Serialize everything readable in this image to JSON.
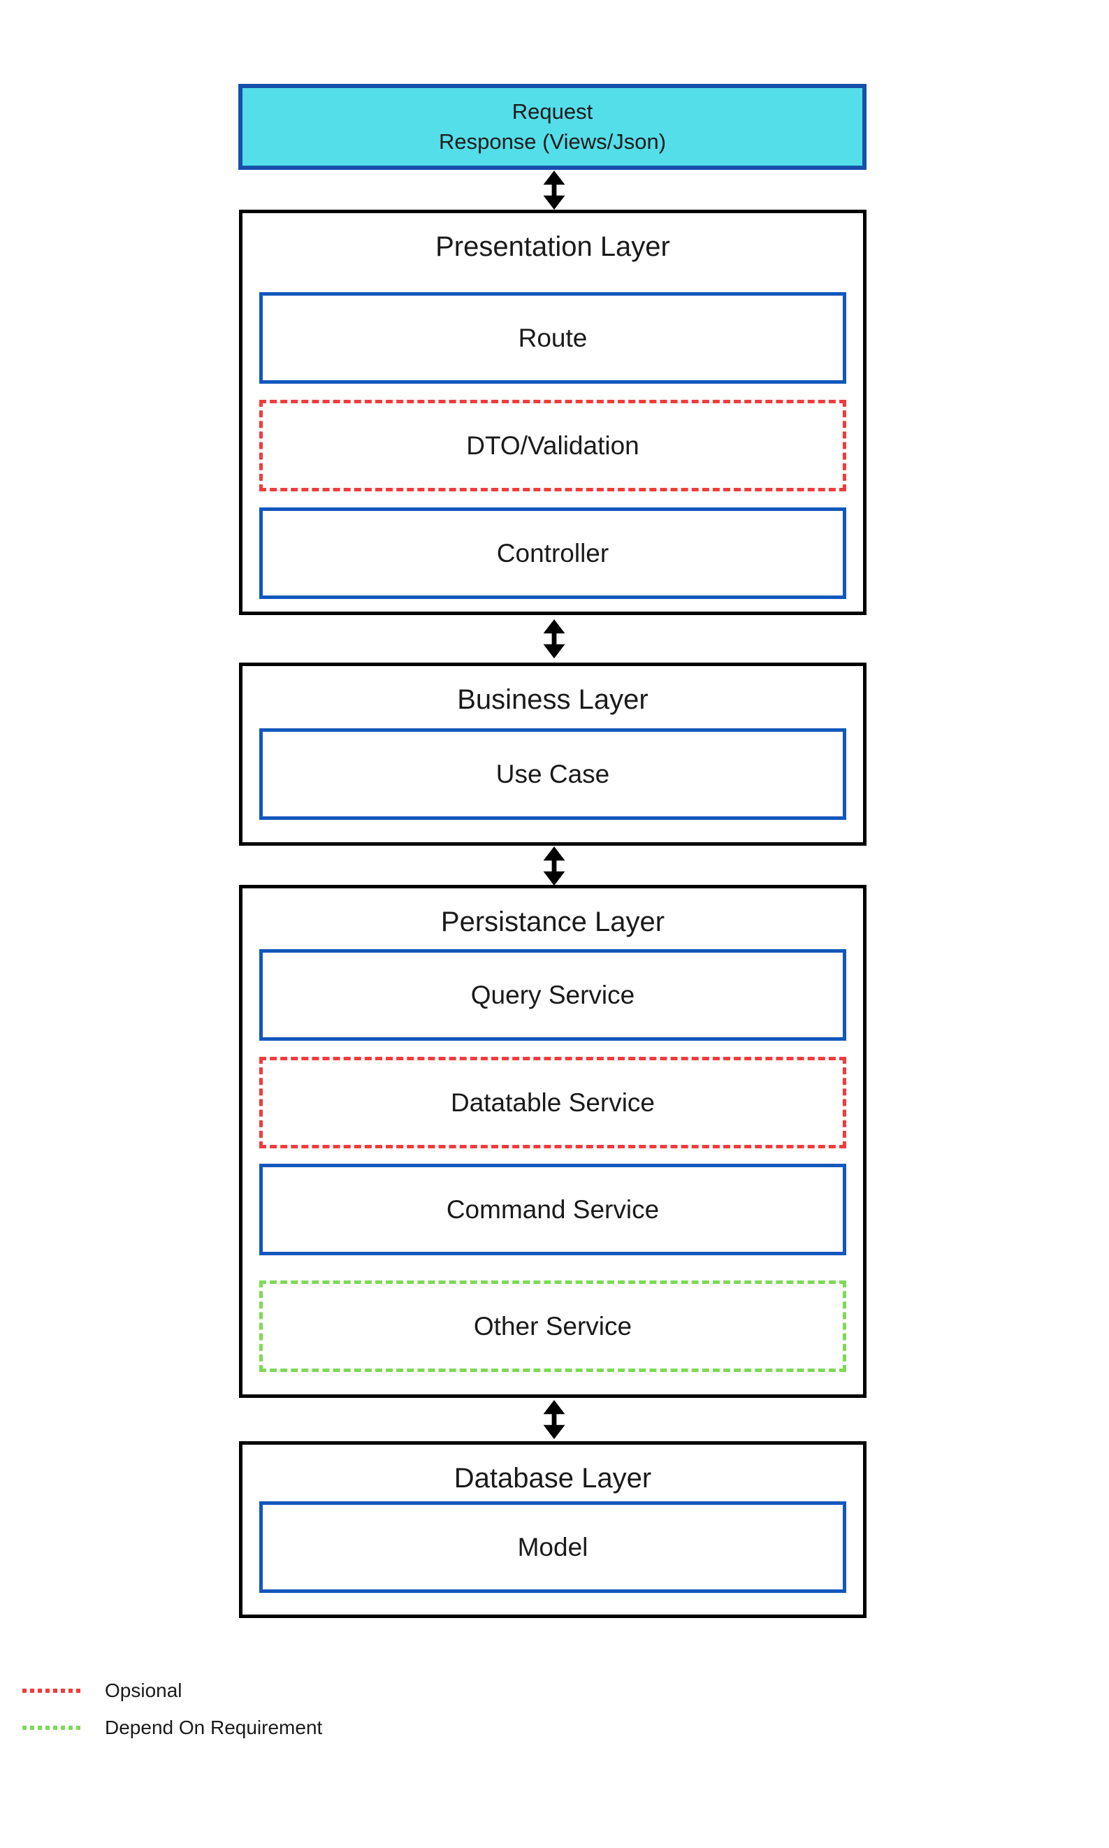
{
  "request_box": {
    "line1": "Request",
    "line2": "Response (Views/Json)"
  },
  "layers": [
    {
      "title": "Presentation Layer",
      "boxes": [
        {
          "label": "Route",
          "style": "solid-blue"
        },
        {
          "label": "DTO/Validation",
          "style": "dashed-red"
        },
        {
          "label": "Controller",
          "style": "solid-blue"
        }
      ]
    },
    {
      "title": "Business Layer",
      "boxes": [
        {
          "label": "Use Case",
          "style": "solid-blue"
        }
      ]
    },
    {
      "title": "Persistance Layer",
      "boxes": [
        {
          "label": "Query Service",
          "style": "solid-blue"
        },
        {
          "label": "Datatable Service",
          "style": "dashed-red"
        },
        {
          "label": "Command Service",
          "style": "solid-blue"
        },
        {
          "label": "Other Service",
          "style": "dashed-green"
        }
      ]
    },
    {
      "title": "Database Layer",
      "boxes": [
        {
          "label": "Model",
          "style": "solid-blue"
        }
      ]
    }
  ],
  "legend": [
    {
      "label": "Opsional",
      "swatch": "red-dotted"
    },
    {
      "label": "Depend On Requirement",
      "swatch": "green-dotted"
    }
  ],
  "colors": {
    "cyan_fill": "#53DEE9",
    "cyan_border": "#1750AC",
    "box_blue": "#1257BC",
    "optional_red": "#F23B3B",
    "requirement_green": "#7ED957",
    "outline_black": "#000000"
  }
}
